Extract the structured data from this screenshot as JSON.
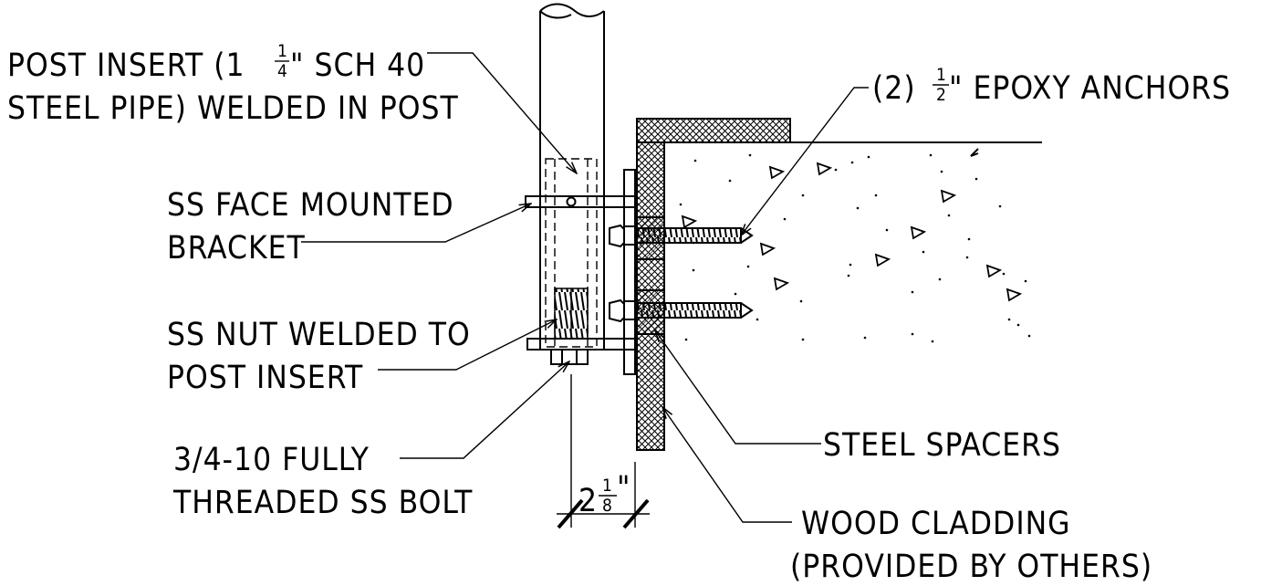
{
  "labels": {
    "post_insert_line1": "POST INSERT (1",
    "post_insert_frac_num": "1",
    "post_insert_frac_den": "4",
    "post_insert_line1_tail": "\" SCH 40",
    "post_insert_line2": "STEEL PIPE) WELDED IN POST",
    "bracket_line1": "SS FACE MOUNTED",
    "bracket_line2": "BRACKET",
    "nut_line1": "SS NUT WELDED TO",
    "nut_line2": "POST INSERT",
    "bolt_line1": "3/4-10 FULLY",
    "bolt_line2": "THREADED SS BOLT",
    "anchors_prefix": "(2)",
    "anchors_frac_num": "1",
    "anchors_frac_den": "2",
    "anchors_tail": "\" EPOXY ANCHORS",
    "spacers": "STEEL SPACERS",
    "cladding_line1": "WOOD CLADDING",
    "cladding_line2": "(PROVIDED BY OTHERS)",
    "dim_whole": "2",
    "dim_frac_num": "1",
    "dim_frac_den": "8",
    "dim_inch": "\""
  }
}
